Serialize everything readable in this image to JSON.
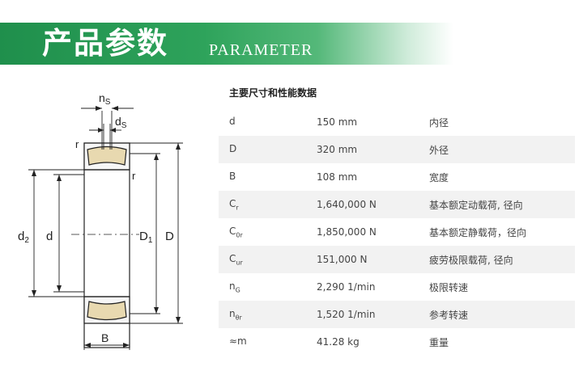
{
  "banner": {
    "title": "产品参数",
    "subtitle": "PARAMETER"
  },
  "diagram": {
    "labels": {
      "ns": "n",
      "ns_sub": "S",
      "ds": "d",
      "ds_sub": "S",
      "r_top": "r",
      "r_side": "r",
      "d2": "d",
      "d2_sub": "2",
      "d": "d",
      "D1": "D",
      "D1_sub": "1",
      "D": "D",
      "B": "B"
    }
  },
  "table": {
    "title": "主要尺寸和性能数据",
    "rows": [
      {
        "sym": "d",
        "sub": "",
        "value": "150 mm",
        "desc": "内径"
      },
      {
        "sym": "D",
        "sub": "",
        "value": "320 mm",
        "desc": "外径"
      },
      {
        "sym": "B",
        "sub": "",
        "value": "108 mm",
        "desc": "宽度"
      },
      {
        "sym": "C",
        "sub": "r",
        "value": "1,640,000 N",
        "desc": "基本额定动载荷, 径向"
      },
      {
        "sym": "C",
        "sub": "0r",
        "value": "1,850,000 N",
        "desc": "基本额定静载荷，径向"
      },
      {
        "sym": "C",
        "sub": "ur",
        "value": "151,000 N",
        "desc": "疲劳极限载荷, 径向"
      },
      {
        "sym": "n",
        "sub": "G",
        "value": "2,290 1/min",
        "desc": "极限转速"
      },
      {
        "sym": "n",
        "sub": "θr",
        "value": "1,520 1/min",
        "desc": "参考转速"
      },
      {
        "sym": "≈m",
        "sub": "",
        "value": "41.28 kg",
        "desc": "重量"
      }
    ]
  }
}
